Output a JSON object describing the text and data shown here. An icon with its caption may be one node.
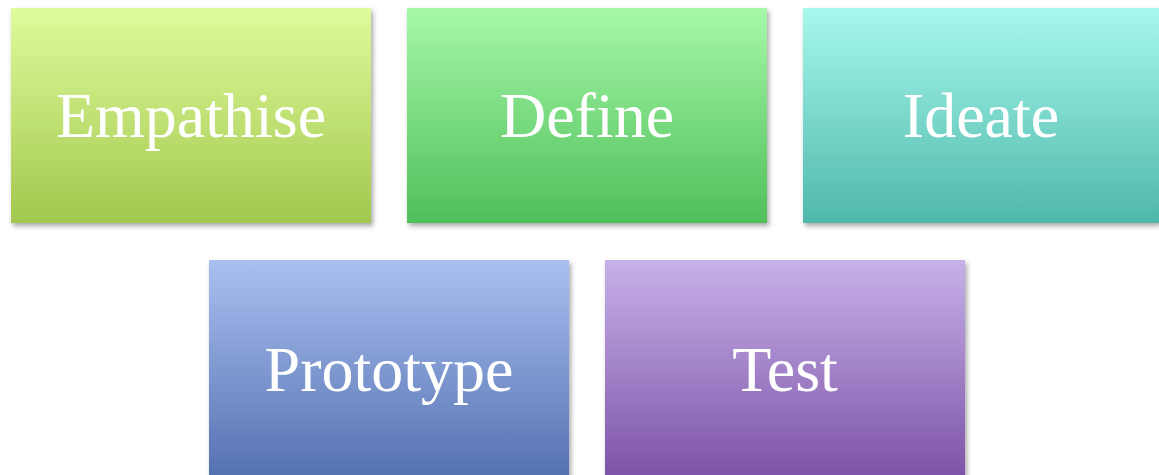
{
  "diagram": {
    "nodes": [
      {
        "text": [
          "Empathise"
        ]
      },
      {
        "text": [
          "Define"
        ]
      },
      {
        "text": [
          "Ideate"
        ]
      },
      {
        "text": [
          "Prototype"
        ]
      },
      {
        "text": [
          "Test"
        ]
      }
    ]
  }
}
